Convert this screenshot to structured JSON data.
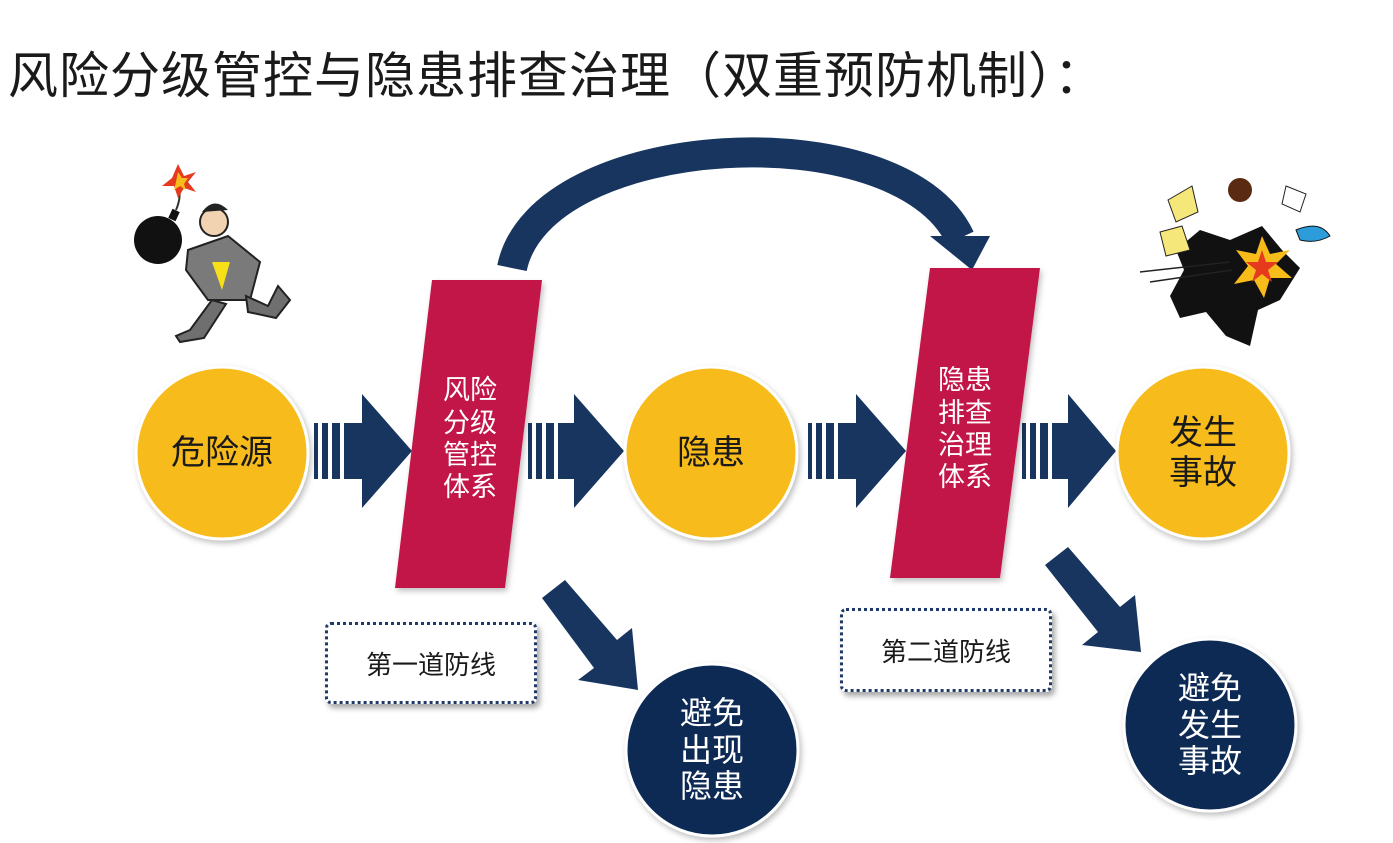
{
  "title": "风险分级管控与隐患排查治理（双重预防机制）：",
  "nodes": {
    "hazard_source": "危险源",
    "hidden_danger": "隐患",
    "accident": "发生\n事故",
    "avoid_hidden_danger": "避免\n出现\n隐患",
    "avoid_accident": "避免\n发生\n事故"
  },
  "control_systems": {
    "risk_control": "风险\n分级\n管控\n体系",
    "hazard_investigation": "隐患\n排查\n治理\n体系"
  },
  "defense_lines": {
    "first": "第一道防线",
    "second": "第二道防线"
  },
  "illustrations": {
    "left": "man-carrying-bomb",
    "right": "explosion-accident"
  },
  "colors": {
    "yellow": "#F7BB1A",
    "crimson": "#C2164A",
    "navy": "#0F2B55",
    "arrow": "#17355F"
  }
}
